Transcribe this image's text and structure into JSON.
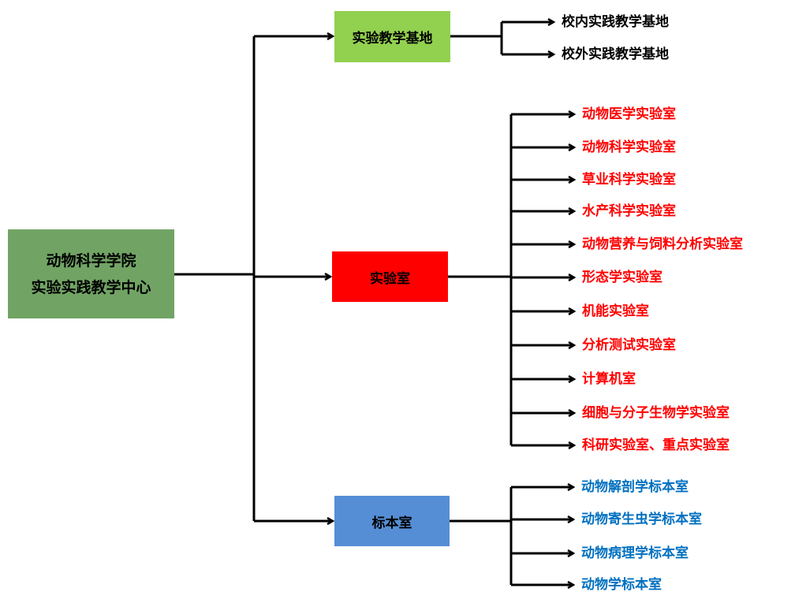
{
  "root": {
    "line1": "动物科学学院",
    "line2": "实验实践教学中心",
    "color": "#71A464"
  },
  "branches": [
    {
      "label": "实验教学基地",
      "color": "#92D050",
      "leaf_color": "#000000",
      "children": [
        "校内实践教学基地",
        "校外实践教学基地"
      ]
    },
    {
      "label": "实验室",
      "color": "#FF0000",
      "leaf_color": "#FF0000",
      "children": [
        "动物医学实验室",
        "动物科学实验室",
        "草业科学实验室",
        "水产科学实验室",
        "动物营养与饲料分析实验室",
        "形态学实验室",
        "机能实验室",
        "分析测试实验室",
        "计算机室",
        "细胞与分子生物学实验室",
        "科研实验室、重点实验室"
      ]
    },
    {
      "label": "标本室",
      "color": "#558ED5",
      "leaf_color": "#0070C0",
      "children": [
        "动物解剖学标本室",
        "动物寄生虫学标本室",
        "动物病理学标本室",
        "动物学标本室"
      ]
    }
  ]
}
